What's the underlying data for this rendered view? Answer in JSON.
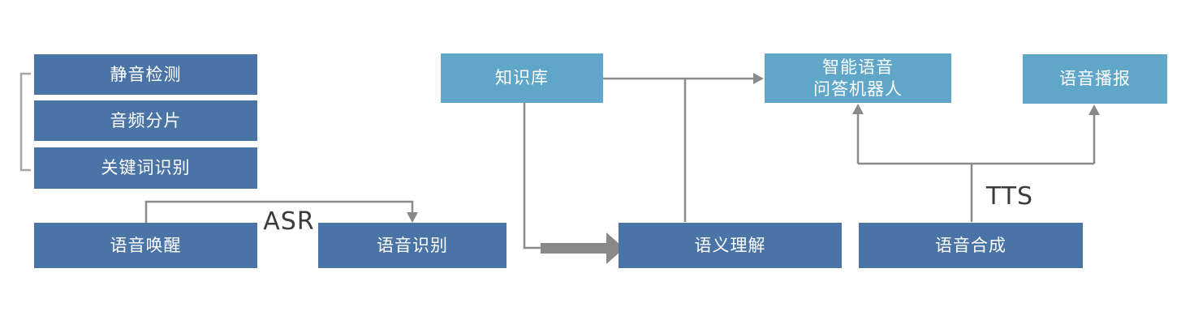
{
  "colors": {
    "dark-box": "#4b74a6",
    "light-box": "#5fa6c8",
    "box-text": "#ffffff",
    "line": "#8a8a8a",
    "bracket": "#a6a6a6",
    "thick-arrow": "#898989",
    "edge-label": "#3b3b3b",
    "background": "#ffffff"
  },
  "nodes": {
    "silence_detection": "静音检测",
    "audio_segmentation": "音频分片",
    "keyword_recognition": "关键词识别",
    "voice_wakeup": "语音唤醒",
    "speech_recognition": "语音识别",
    "knowledge_base": "知识库",
    "semantic_understanding": "语义理解",
    "qa_robot_line1": "智能语音",
    "qa_robot_line2": "问答机器人",
    "voice_broadcast": "语音播报",
    "speech_synthesis": "语音合成"
  },
  "edge_labels": {
    "asr": "ASR",
    "tts": "TTS"
  }
}
